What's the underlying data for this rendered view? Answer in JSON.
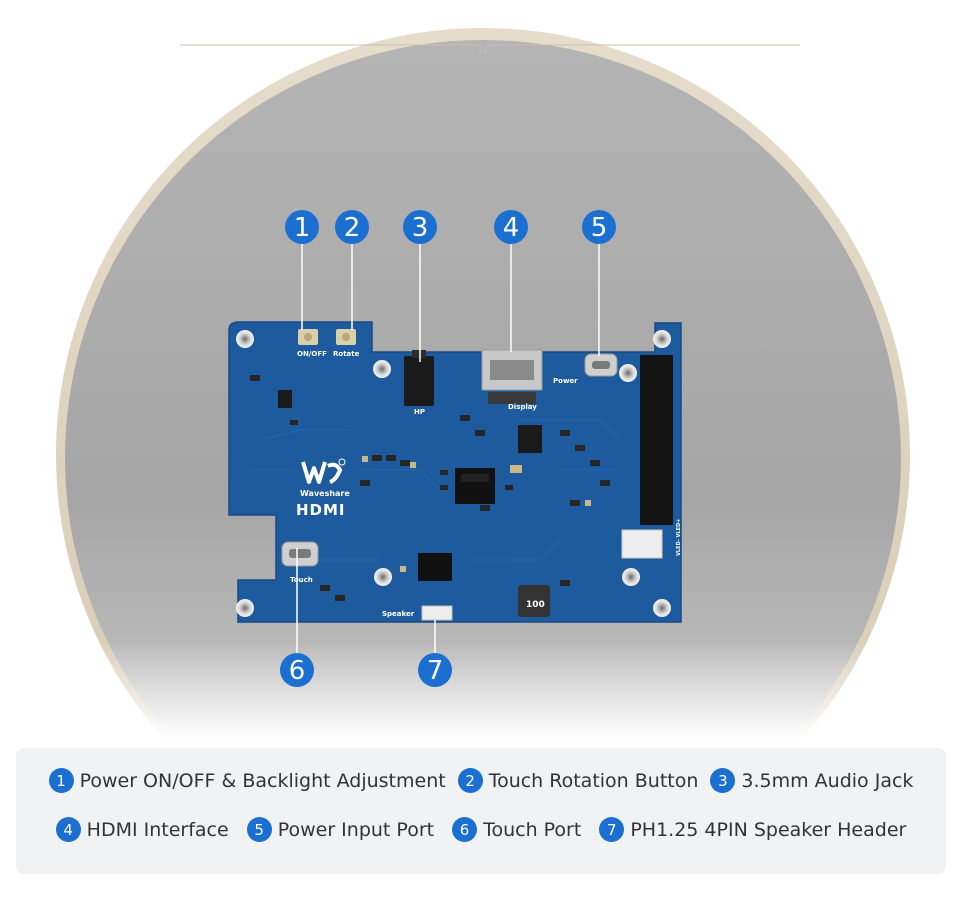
{
  "board": {
    "silkscreen": {
      "on_off": "ON/OFF",
      "rotate": "Rotate",
      "hp": "HP",
      "display": "Display",
      "power": "Power",
      "touch": "Touch",
      "speaker": "Speaker",
      "brand": "Waveshare",
      "hdmi_logo": "HDMI",
      "inductor": "100",
      "vled": "VLED- VLED+"
    },
    "logo": "waveshare-logo-icon"
  },
  "callouts": [
    {
      "number": "1"
    },
    {
      "number": "2"
    },
    {
      "number": "3"
    },
    {
      "number": "4"
    },
    {
      "number": "5"
    },
    {
      "number": "6"
    },
    {
      "number": "7"
    }
  ],
  "legend": {
    "items": [
      {
        "number": "1",
        "label": "Power ON/OFF & Backlight Adjustment"
      },
      {
        "number": "2",
        "label": "Touch Rotation Button"
      },
      {
        "number": "3",
        "label": "3.5mm Audio Jack"
      },
      {
        "number": "4",
        "label": "HDMI Interface"
      },
      {
        "number": "5",
        "label": "Power Input Port"
      },
      {
        "number": "6",
        "label": "Touch Port"
      },
      {
        "number": "7",
        "label": "PH1.25 4PIN Speaker Header"
      }
    ]
  },
  "colors": {
    "callout": "#1a6fd1",
    "pcb": "#1e5a9e",
    "display_back": "#a8a8a8",
    "display_rim": "#dcd2c0"
  }
}
